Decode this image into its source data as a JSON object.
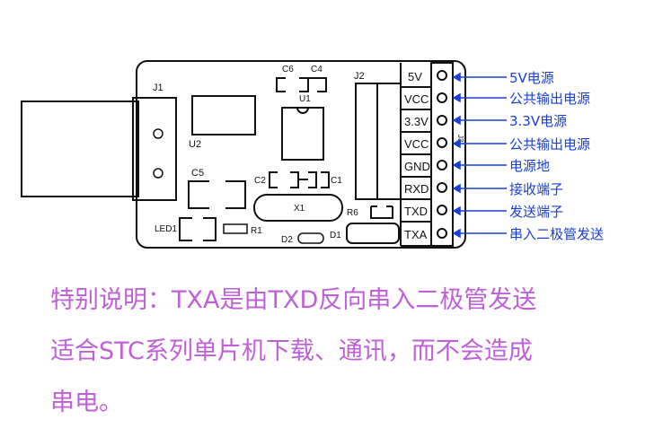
{
  "pcb": {
    "labels": {
      "j1": "J1",
      "u2": "U2",
      "c5": "C5",
      "led1": "LED1",
      "r1": "R1",
      "c6": "C6",
      "c4": "C4",
      "u1": "U1",
      "c2": "C2",
      "c1": "C1",
      "x1": "X1",
      "r6": "R6",
      "d2": "D2",
      "d1": "D1",
      "j2": "J2",
      "j3": "J3"
    },
    "pins": [
      "5V",
      "VCC",
      "3.3V",
      "VCC",
      "GND",
      "RXD",
      "TXD",
      "TXA"
    ],
    "annotations": [
      "5V电源",
      "公共输出电源",
      "3.3V电源",
      "公共输出电源",
      "电源地",
      "接收端子",
      "发送端子",
      "串入二极管发送"
    ]
  },
  "note": {
    "lines": [
      "特别说明：TXA是由TXD反向串入二极管发送",
      "适合STC系列单片机下载、通讯，而不会造成",
      "串电。"
    ]
  },
  "colors": {
    "annotation": "#1a3fd6",
    "note": "#c060d8",
    "silkscreen": "#111111"
  }
}
